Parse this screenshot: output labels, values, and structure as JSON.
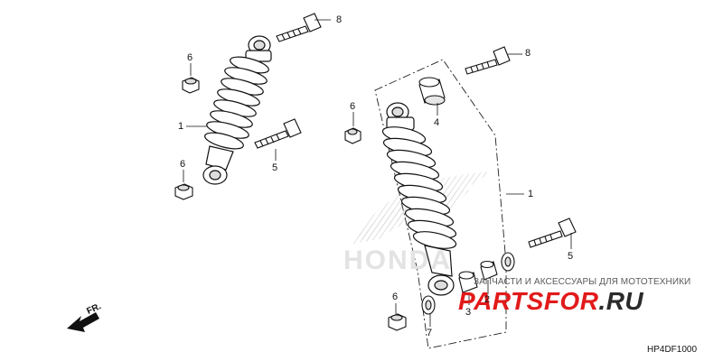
{
  "callouts": {
    "left_8": "8",
    "left_6_top": "6",
    "left_1": "1",
    "left_6_bottom": "6",
    "left_5": "5",
    "right_8": "8",
    "right_6": "6",
    "right_4": "4",
    "right_1": "1",
    "right_5": "5",
    "right_2": "2",
    "right_3": "3",
    "right_6_bottom": "6",
    "right_7": "7"
  },
  "fr_label": "FR.",
  "diagram_code": "HP4DF1000",
  "brand_watermark": "HONDA",
  "site_watermark": {
    "tagline": "ЗАПЧАСТИ И АКСЕССУАРЫ ДЛЯ МОТОТЕХНИКИ",
    "name_red": "PARTSFOR",
    "name_dark": ".RU",
    "red_color": "#e21a1a"
  }
}
